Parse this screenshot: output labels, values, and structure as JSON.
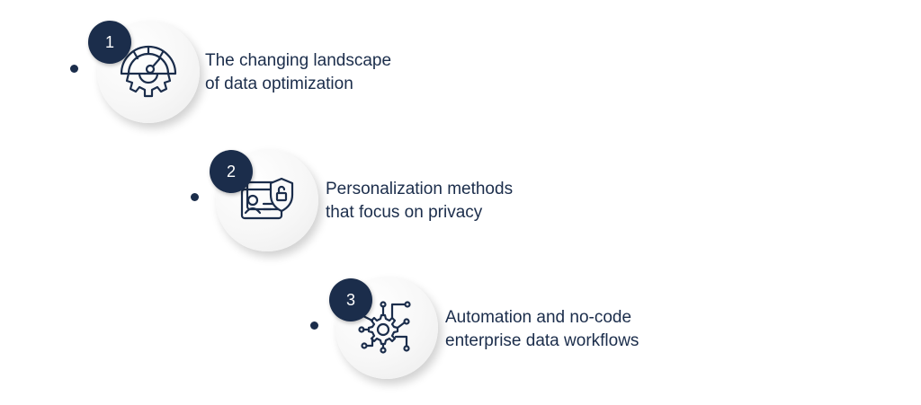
{
  "accent_color": "#1b2d4b",
  "items": [
    {
      "number": "1",
      "icon": "speedometer-gear-icon",
      "line1": "The changing landscape",
      "line2": "of data optimization"
    },
    {
      "number": "2",
      "icon": "id-card-shield-lock-icon",
      "line1": "Personalization methods",
      "line2": "that focus on privacy"
    },
    {
      "number": "3",
      "icon": "gear-circuit-icon",
      "line1": "Automation and no-code",
      "line2": "enterprise data workflows"
    }
  ]
}
